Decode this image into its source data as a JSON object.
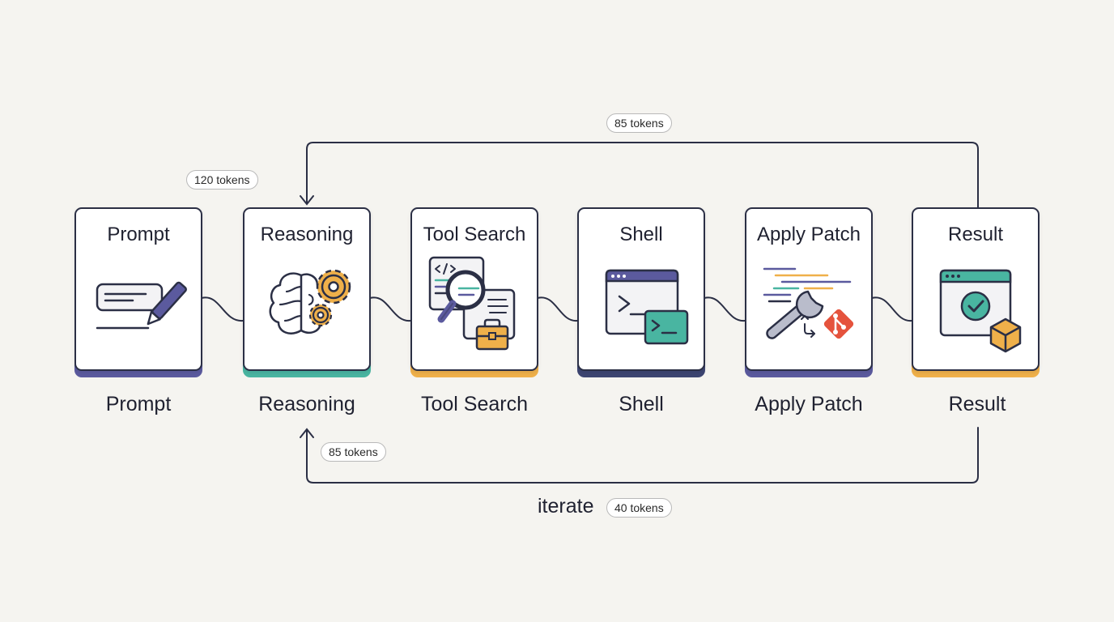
{
  "colors": {
    "purple": "#5b5a9e",
    "teal": "#49b5a1",
    "orange": "#efb04a",
    "navy": "#3d4571",
    "red": "#e5533d",
    "outline": "#2b2f45"
  },
  "steps": [
    {
      "title": "Prompt",
      "label": "Prompt",
      "icon": "pen-form-icon",
      "accent": "#5b5a9e"
    },
    {
      "title": "Reasoning",
      "label": "Reasoning",
      "icon": "brain-gears-icon",
      "accent": "#49b5a1"
    },
    {
      "title": "Tool Search",
      "label": "Tool Search",
      "icon": "magnifier-toolbox-icon",
      "accent": "#efb04a"
    },
    {
      "title": "Shell",
      "label": "Shell",
      "icon": "terminal-icon",
      "accent": "#3d4571"
    },
    {
      "title": "Apply Patch",
      "label": "Apply Patch",
      "icon": "wrench-git-icon",
      "accent": "#5b5a9e"
    },
    {
      "title": "Result",
      "label": "Result",
      "icon": "check-window-box-icon",
      "accent": "#efb04a"
    }
  ],
  "badges": {
    "prompt_to_reasoning": "120 tokens",
    "top_loop": "85 tokens",
    "bottom_loop": "85 tokens",
    "iterate": "40 tokens"
  },
  "iterate_label": "iterate"
}
